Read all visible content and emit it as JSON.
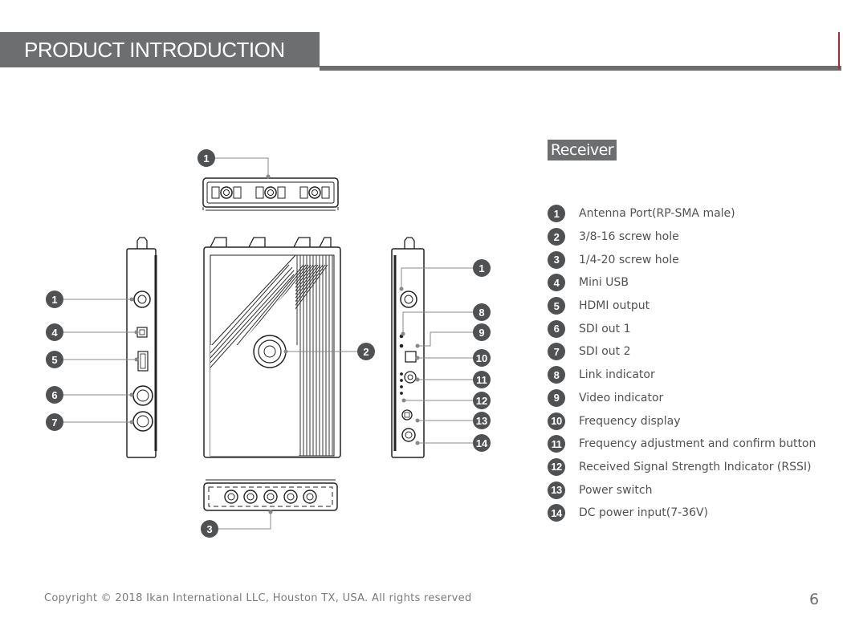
{
  "header": {
    "title": "PRODUCT INTRODUCTION"
  },
  "section": {
    "label": "Receiver"
  },
  "legend": [
    {
      "num": "1",
      "text": "Antenna Port(RP-SMA male)"
    },
    {
      "num": "2",
      "text": "3/8-16 screw hole"
    },
    {
      "num": "3",
      "text": "1/4-20 screw hole"
    },
    {
      "num": "4",
      "text": "Mini USB"
    },
    {
      "num": "5",
      "text": "HDMI output"
    },
    {
      "num": "6",
      "text": "SDI out 1"
    },
    {
      "num": "7",
      "text": "SDI out 2"
    },
    {
      "num": "8",
      "text": "Link indicator"
    },
    {
      "num": "9",
      "text": "Video indicator"
    },
    {
      "num": "10",
      "text": "Frequency display"
    },
    {
      "num": "11",
      "text": "Frequency adjustment and confirm button"
    },
    {
      "num": "12",
      "text": "Received Signal Strength Indicator (RSSI)"
    },
    {
      "num": "13",
      "text": "Power switch"
    },
    {
      "num": "14",
      "text": "DC power input(7-36V)"
    }
  ],
  "callouts": {
    "top_view": "1",
    "bottom_view": "3",
    "front_screw": "2",
    "left_antenna": "1",
    "left_usb": "4",
    "left_hdmi": "5",
    "left_sdi1": "6",
    "left_sdi2": "7",
    "right_antenna": "1",
    "right_link": "8",
    "right_video": "9",
    "right_display": "10",
    "right_button": "11",
    "right_rssi": "12",
    "right_power": "13",
    "right_dc": "14"
  },
  "footer": {
    "copyright": "Copyright © 2018 Ikan International LLC, Houston TX, USA. All rights reserved",
    "page_number": "6"
  }
}
